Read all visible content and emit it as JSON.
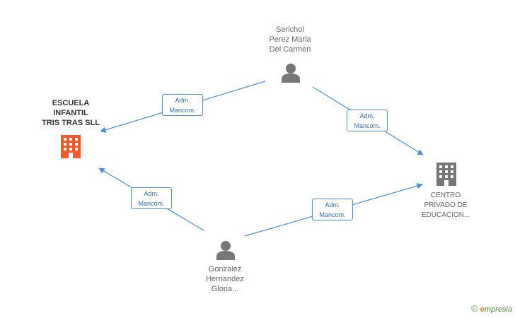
{
  "colors": {
    "edge": "#4a90d9",
    "person_icon": "#777777",
    "company_main": "#f05a28",
    "company_other": "#777777"
  },
  "nodes": {
    "person_top": {
      "lines": [
        "Serichol",
        "Perez Maria",
        "Del Carmen"
      ],
      "icon": "person-icon"
    },
    "person_bottom": {
      "lines": [
        "Gonzalez",
        "Hernandez",
        "Gloria..."
      ],
      "icon": "person-icon"
    },
    "company_left": {
      "lines": [
        "ESCUELA",
        "INFANTIL",
        "TRIS TRAS SLL"
      ],
      "icon": "building-icon"
    },
    "company_right": {
      "lines": [
        "CENTRO",
        "PRIVADO DE",
        "EDUCACION..."
      ],
      "icon": "building-icon"
    }
  },
  "edges": [
    {
      "id": "top-left",
      "label": [
        "Adm.",
        "Mancom."
      ]
    },
    {
      "id": "top-right",
      "label": [
        "Adm.",
        "Mancom."
      ]
    },
    {
      "id": "bottom-left",
      "label": [
        "Adm.",
        "Mancom."
      ]
    },
    {
      "id": "bottom-right",
      "label": [
        "Adm.",
        "Mancom."
      ]
    }
  ],
  "brand": {
    "copyright": "©",
    "e": "e",
    "rest": "mpresia"
  }
}
